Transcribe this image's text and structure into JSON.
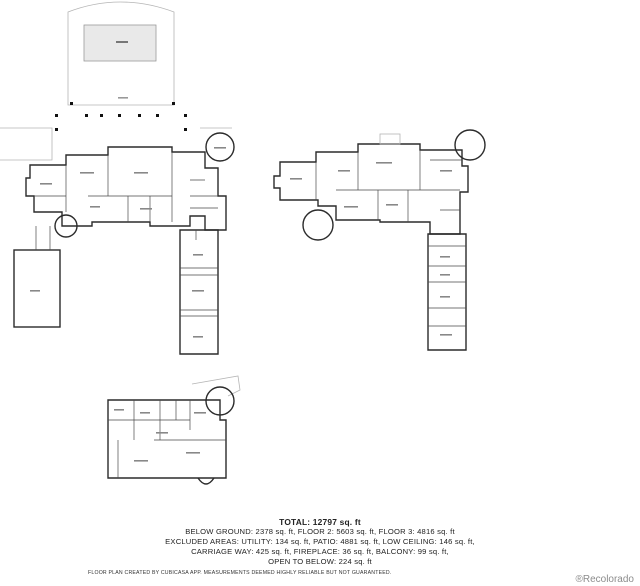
{
  "summary": {
    "total": "TOTAL: 12797 sq. ft",
    "line1": "BELOW GROUND: 2378 sq. ft, FLOOR 2: 5603 sq. ft, FLOOR 3: 4816 sq. ft",
    "line2": "EXCLUDED AREAS: UTILITY: 134 sq. ft, PATIO: 4881 sq. ft, LOW CEILING: 146 sq. ft,",
    "line3": "CARRIAGE WAY: 425 sq. ft, FIREPLACE: 36 sq. ft, BALCONY: 99 sq. ft,",
    "line4": "OPEN TO BELOW: 224 sq. ft"
  },
  "footer": {
    "credit": "FLOOR PLAN CREATED BY CUBICASA APP. MEASUREMENTS DEEMED HIGHLY RELIABLE BUT NOT GUARANTEED.",
    "brand": "®Recolorado"
  },
  "colors": {
    "wall": "#2b2b2b",
    "patio": "#b5b5b5",
    "pool": "#e9e9e9",
    "brand": "#8c8c8c"
  }
}
